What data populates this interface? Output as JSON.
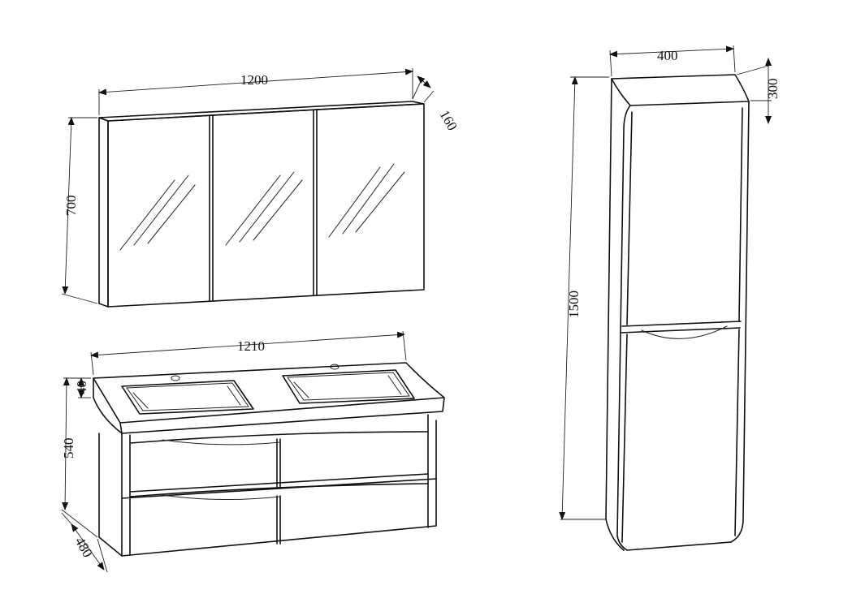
{
  "mirror_cabinet": {
    "width_label": "1200",
    "height_label": "700",
    "depth_label": "160"
  },
  "vanity_unit": {
    "width_label": "1210",
    "height_label": "540",
    "top_thickness_label": "40",
    "depth_label": "480"
  },
  "tall_unit": {
    "width_label": "400",
    "height_label": "1500",
    "depth_label": "300"
  }
}
